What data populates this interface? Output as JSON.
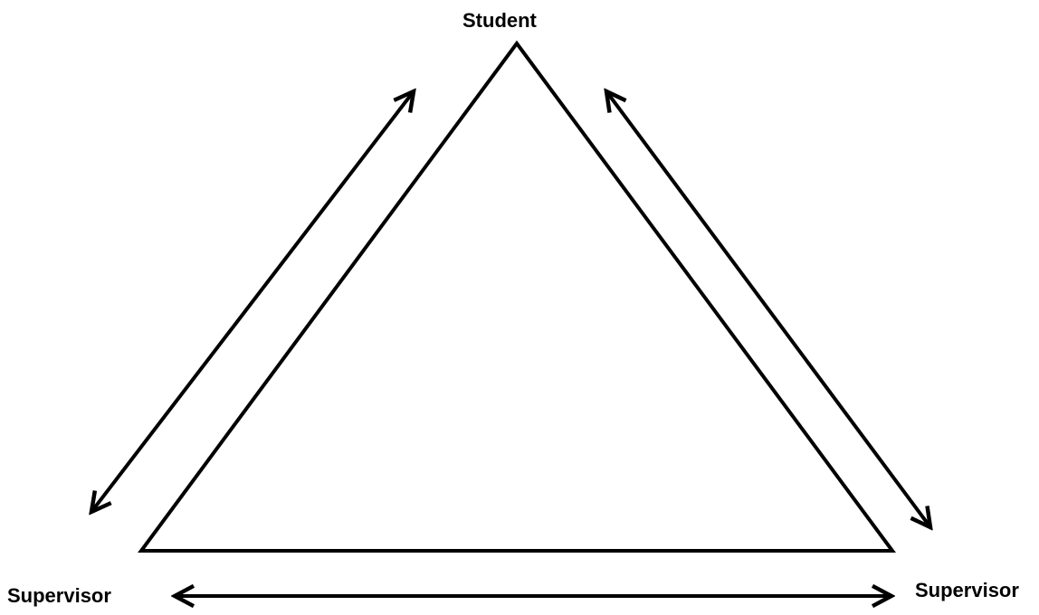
{
  "nodes": {
    "top": "Student",
    "bottom_left": "Supervisor",
    "bottom_right": "Supervisor"
  },
  "colors": {
    "stroke": "#000000",
    "background": "#ffffff"
  }
}
